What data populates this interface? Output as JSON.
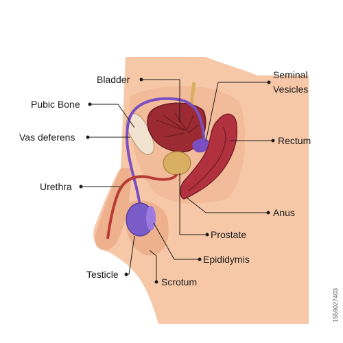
{
  "labels": {
    "bladder": "Bladder",
    "seminal_vesicles_1": "Seminal",
    "seminal_vesicles_2": "Vesicles",
    "pubic_bone": "Pubic Bone",
    "vas_deferens": "Vas deferens",
    "rectum": "Rectum",
    "urethra": "Urethra",
    "anus": "Anus",
    "prostate": "Prostate",
    "epididymis": "Epididymis",
    "testicle": "Testicle",
    "scrotum": "Scrotum"
  },
  "stock_id": "1559027403",
  "colors": {
    "skin": "#f6c8a8",
    "skin_shadow": "#eeb18d",
    "bladder": "#9c2a33",
    "rectum": "#b1323e",
    "vas": "#7a4fc1",
    "urethra": "#b83a34",
    "prostate": "#d9b062",
    "testicle": "#7a5cc9",
    "bone": "#f1e3cf"
  }
}
